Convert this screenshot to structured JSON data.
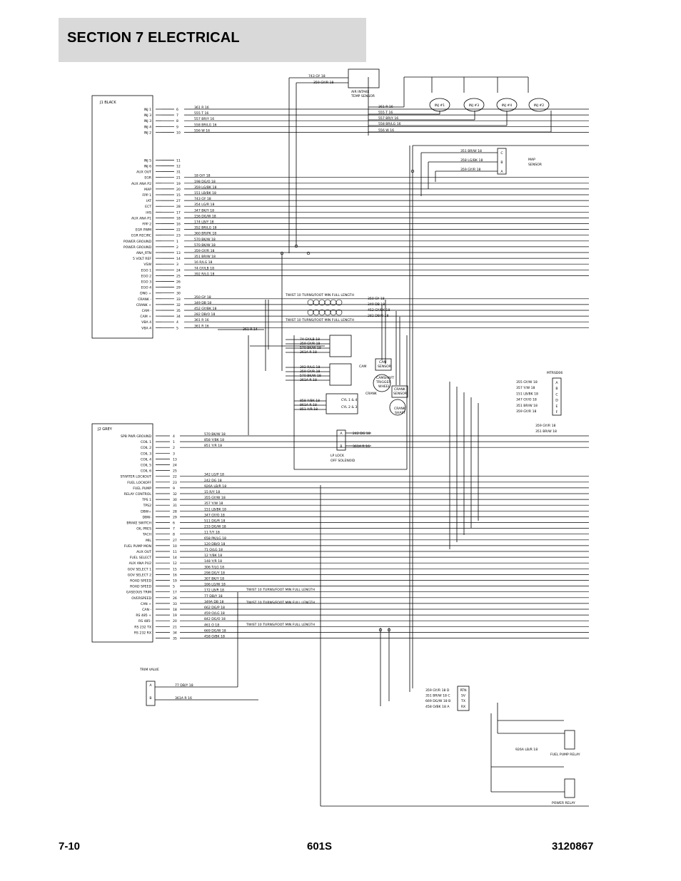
{
  "header": {
    "section_title": "SECTION 7   ELECTRICAL"
  },
  "footer": {
    "page_number": "7-10",
    "model": "601S",
    "doc_number": "3120867"
  },
  "diagram": {
    "j1": {
      "title": "J1 BLACK",
      "pins": [
        {
          "label": "INJ 1",
          "pin": "6",
          "wire": "361 R 16"
        },
        {
          "label": "INJ 3",
          "pin": "7",
          "wire": "555 T 16"
        },
        {
          "label": "INJ 3",
          "pin": "8",
          "wire": "557 BR/Y 16"
        },
        {
          "label": "INJ 4",
          "pin": "9",
          "wire": "558 BR/LG 16"
        },
        {
          "label": "INJ 2",
          "pin": "10",
          "wire": "556 W 16"
        },
        {
          "label": "INJ 5",
          "pin": "11",
          "wire": ""
        },
        {
          "label": "INJ 6",
          "pin": "12",
          "wire": ""
        },
        {
          "label": "AUX OUT",
          "pin": "31",
          "wire": ""
        },
        {
          "label": "EGR",
          "pin": "21",
          "wire": "18 O/Y 18"
        },
        {
          "label": "AUX ANA P2",
          "pin": "19",
          "wire": "198 DG/O 18"
        },
        {
          "label": "MAP",
          "pin": "20",
          "wire": "359 LG/BK 18"
        },
        {
          "label": "FPP 1",
          "pin": "15",
          "wire": "151 LB/BK 18"
        },
        {
          "label": "IAT",
          "pin": "27",
          "wire": "743 GY 18"
        },
        {
          "label": "ECT",
          "pin": "28",
          "wire": "354 LG/R 18"
        },
        {
          "label": "IHS",
          "pin": "17",
          "wire": "347 BK/Y 18"
        },
        {
          "label": "AUX ANA P1",
          "pin": "18",
          "wire": "156 DG/W 18"
        },
        {
          "label": "FPP 2",
          "pin": "16",
          "wire": "174 LB/Y 18"
        },
        {
          "label": "EGR PWM",
          "pin": "22",
          "wire": "352 BR/LG 18"
        },
        {
          "label": "EGR RECIRC",
          "pin": "23",
          "wire": "360 BR/PK 18"
        },
        {
          "label": "POWER GROUND",
          "pin": "1",
          "wire": "570 BK/W 18"
        },
        {
          "label": "POWER GROUND",
          "pin": "2",
          "wire": "570 BK/W 18"
        },
        {
          "label": "ANA_RTN",
          "pin": "13",
          "wire": "359 GY/R 18"
        },
        {
          "label": "5 VOLT REF",
          "pin": "14",
          "wire": "351 BR/W 18"
        },
        {
          "label": "VSW",
          "pin": "3",
          "wire": "16 R/LG 18"
        },
        {
          "label": "EGO 1",
          "pin": "24",
          "wire": "74 GY/LB 18"
        },
        {
          "label": "EGO 2",
          "pin": "25",
          "wire": "392 R/LG 18"
        },
        {
          "label": "EGO 3",
          "pin": "26",
          "wire": ""
        },
        {
          "label": "EGO 4",
          "pin": "29",
          "wire": ""
        },
        {
          "label": "DNG +",
          "pin": "30",
          "wire": ""
        },
        {
          "label": "CRANK -",
          "pin": "33",
          "wire": "350 GY 18"
        },
        {
          "label": "CRANK +",
          "pin": "32",
          "wire": "349 DB 18"
        },
        {
          "label": "CAM -",
          "pin": "35",
          "wire": "452 GY/BK 18"
        },
        {
          "label": "CAM +",
          "pin": "34",
          "wire": "282 DB/O 18"
        },
        {
          "label": "VBA 4",
          "pin": "4",
          "wire": "361 R 16"
        },
        {
          "label": "VBA 4",
          "pin": "5",
          "wire": "361 R 16"
        }
      ],
      "feed_wire": "361 R 14"
    },
    "j2": {
      "title": "J2 GREY",
      "pins": [
        {
          "label": "SPB PWR GROUND",
          "pin": "4",
          "wire": "570 BK/W 18"
        },
        {
          "label": "COIL 1",
          "pin": "1",
          "wire": "858 Y/BK 18"
        },
        {
          "label": "COIL 2",
          "pin": "2",
          "wire": "851 Y/R 18"
        },
        {
          "label": "COIL 3",
          "pin": "3",
          "wire": ""
        },
        {
          "label": "COIL 4",
          "pin": "13",
          "wire": ""
        },
        {
          "label": "COIL 5",
          "pin": "24",
          "wire": ""
        },
        {
          "label": "COIL 6",
          "pin": "25",
          "wire": ""
        },
        {
          "label": "STARTER LOCKOUT",
          "pin": "22",
          "wire": "342 LG/P 18"
        },
        {
          "label": "FUEL LOCKOFF",
          "pin": "23",
          "wire": "242 DG 18"
        },
        {
          "label": "FUEL PUMP",
          "pin": "9",
          "wire": "926A LB/R 18"
        },
        {
          "label": "RELAY CONTROL",
          "pin": "32",
          "wire": "15 R/Y 18"
        },
        {
          "label": "TPS 1",
          "pin": "30",
          "wire": "355 GY/W 18"
        },
        {
          "label": "TPS2",
          "pin": "31",
          "wire": "357 Y/W 18"
        },
        {
          "label": "DBW+",
          "pin": "28",
          "wire": "151 LB/BK 18"
        },
        {
          "label": "DBW-",
          "pin": "29",
          "wire": "347 GY/O 18"
        },
        {
          "label": "BRAKE SWITCH",
          "pin": "6",
          "wire": "511 DG/R 18"
        },
        {
          "label": "OIL PRES",
          "pin": "7",
          "wire": "233 DG/W 18"
        },
        {
          "label": "TACH",
          "pin": "8",
          "wire": "11 T/Y 18"
        },
        {
          "label": "MIL",
          "pin": "27",
          "wire": "658 PK/LG 18"
        },
        {
          "label": "FUEL PUMP MON",
          "pin": "10",
          "wire": "120 DB/O 18"
        },
        {
          "label": "AUX OUT",
          "pin": "11",
          "wire": "71 O/LG 18"
        },
        {
          "label": "FUEL SELECT",
          "pin": "14",
          "wire": "12 Y/BK 18"
        },
        {
          "label": "AUX ANA PU2",
          "pin": "12",
          "wire": "148 Y/R 18"
        },
        {
          "label": "GOV SELECT 1",
          "pin": "15",
          "wire": "306 T/LG 18"
        },
        {
          "label": "GOV SELECT 2",
          "pin": "16",
          "wire": "298 DG/Y 18"
        },
        {
          "label": "ROAD SPEED",
          "pin": "19",
          "wire": "307 BK/Y 18"
        },
        {
          "label": "ROAD SPEED",
          "pin": "5",
          "wire": "166 LG/W 18"
        },
        {
          "label": "GASEOUS TRIM",
          "pin": "17",
          "wire": "172 LB/R 18"
        },
        {
          "label": "OVERSPEED",
          "pin": "26",
          "wire": "77 DB/Y 18"
        },
        {
          "label": "CAN +",
          "pin": "33",
          "wire": "349A DB 18"
        },
        {
          "label": "CAN -",
          "pin": "18",
          "wire": "662 DG/P 18"
        },
        {
          "label": "RS 485 +",
          "pin": "19",
          "wire": "459 O/LG 18"
        },
        {
          "label": "RS 485-",
          "pin": "20",
          "wire": "842 DG/O 18"
        },
        {
          "label": "RS 232 TX",
          "pin": "21",
          "wire": "461 O 18"
        },
        {
          "label": "RS 232 RX",
          "pin": "34",
          "wire": "669 DG/W 18"
        },
        {
          "label": "",
          "pin": "35",
          "wire": "458 O/BK 18"
        }
      ]
    },
    "top_wires": [
      {
        "wire": "743 GY 18"
      },
      {
        "wire": "359 GY/R 18"
      }
    ],
    "iat_sensor": "AIR INTAKE TEMP SENSOR",
    "injectors": [
      "INJ #1",
      "INJ #3",
      "INJ #4",
      "INJ #2"
    ],
    "inj_right_wires": [
      "361 R 16",
      "555 T 16",
      "557 BR/Y 16",
      "558 BR/LG 16",
      "556 W 16"
    ],
    "map_sensor": {
      "label": "MAP SENSOR",
      "pins": [
        "C",
        "B",
        "A"
      ],
      "wires": [
        "351 BR/W 18",
        "358 LG/BK 18",
        "359 GY/R 18"
      ]
    },
    "twist_label": "TWIST 10 TURNS/FOOT MIN FULL LENGTH",
    "twist_wires": [
      "350 GY 18",
      "349 DB 18",
      "452 GY/BK 18",
      "282 DB/O 18"
    ],
    "ego_wires": [
      "74 GY/LB 18",
      "359 GY/R 18",
      "570 BK/W 18",
      "361A R 18"
    ],
    "ego2_wires": [
      "392 R/LG 18",
      "359 GY/R 18",
      "570 BK/W 18",
      "361A R 18"
    ],
    "coil_wires": [
      "858 Y/BK 18",
      "861A R 18",
      "851 Y/R 18"
    ],
    "coil_labels": [
      "CYL 1 & 4",
      "CYL 2 & 3"
    ],
    "cam_label": "CAM",
    "cam_sensor": "CAM SENSOR",
    "crank_label": "CRANK",
    "crank_sensor": "CRANK SENSOR",
    "crankshaft_label": "CRANK SHAFT",
    "camshaft_label": "CAMSHAFT TRIGGER WHEEL",
    "lp_lock": {
      "label": "LP LOCK OFF SOLENOID",
      "pins": [
        "A",
        "B"
      ],
      "wires": [
        "242 DG 18",
        "361A R 16"
      ]
    },
    "mtrsd06": {
      "label": "MTRSD06",
      "pins": [
        "A",
        "B",
        "C",
        "D",
        "E",
        "F"
      ],
      "wires": [
        "355 GY/W 18",
        "357 Y/W 18",
        "151 LB/BK 18",
        "347 GY/O 18",
        "351 BR/W 18",
        "359 GY/R 18"
      ]
    },
    "right_wires": [
      "359 GY/R 18",
      "351 BR/W 18"
    ],
    "trim_valve": {
      "label": "TRIM VALVE",
      "pins": [
        "A",
        "B"
      ],
      "wires": [
        "77 DB/Y 18",
        "361A R 16"
      ]
    },
    "rtn_block": {
      "wires": [
        "359 GY/R 18 D",
        "351 BR/W 18 C",
        "669 DG/W 18 B",
        "458 O/BK 18 A"
      ],
      "labels": [
        "RTN",
        "5V",
        "TX",
        "RX"
      ]
    },
    "fuel_pump_relay": "FUEL PUMP RELAY",
    "power_relay": "POWER RELAY",
    "relay_wire": "926A LB/R 18"
  }
}
